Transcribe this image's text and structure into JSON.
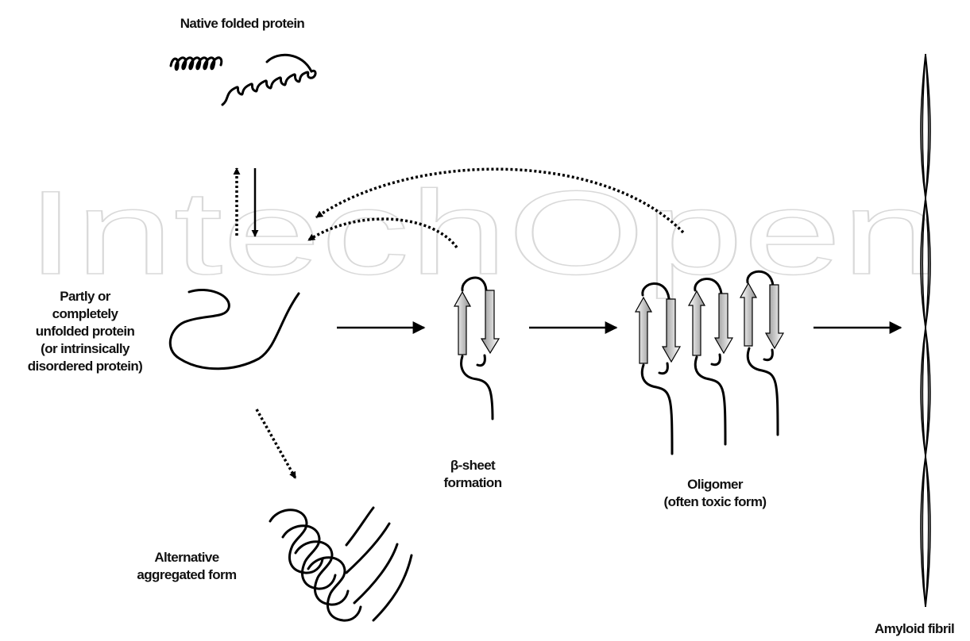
{
  "watermark": "IntechOpen",
  "labels": {
    "native": "Native folded protein",
    "unfolded": [
      "Partly or",
      "completely",
      "unfolded protein",
      "(or intrinsically",
      "disordered protein)"
    ],
    "beta": [
      "β-sheet",
      "formation"
    ],
    "oligomer": [
      "Oligomer",
      "(often toxic form)"
    ],
    "alternative": [
      "Alternative",
      "aggregated form"
    ],
    "fibril": "Amyloid fibril"
  },
  "colors": {
    "line": "#000000",
    "sheet_gradient_light": "#ffffff",
    "sheet_gradient_dark": "#8f8f8f",
    "watermark": "#d9d9d9"
  }
}
